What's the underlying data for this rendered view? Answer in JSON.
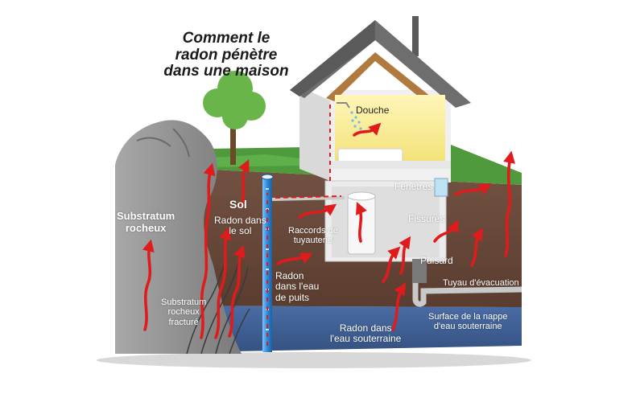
{
  "title": {
    "line1": "Comment le",
    "line2": "radon pénètre",
    "line3": "dans une maison"
  },
  "labels": {
    "douche": "Douche",
    "fenetres": "Fenêtres",
    "fissures": "Fissures",
    "puisard": "Puisard",
    "tuyau": "Tuyau d'évacuation",
    "sol": "Sol",
    "radon_sol": [
      "Radon dans",
      "le sol"
    ],
    "substratum": [
      "Substratum",
      "rocheux"
    ],
    "substratum_fracture": [
      "Substratum",
      "rocheux",
      "fracturé"
    ],
    "raccords": [
      "Raccords de",
      "tuyauterie"
    ],
    "radon_puits": [
      "Radon",
      "dans l'eau",
      "de puits"
    ],
    "surface_nappe": [
      "Surface de la nappe",
      "d'eau souterraine"
    ],
    "radon_souterraine": [
      "Radon dans",
      "l'eau souterraine"
    ]
  },
  "colors": {
    "radon_arrow": "#e01b1b",
    "soil": "#6b4a3a",
    "groundwater": "#3f5f95",
    "rock": "#8e8e8e",
    "grass": "#4e9a3c",
    "roof": "#6e6e6e",
    "house_wall": "#f0f0f0",
    "well_pipe": "#2f8ad8"
  }
}
